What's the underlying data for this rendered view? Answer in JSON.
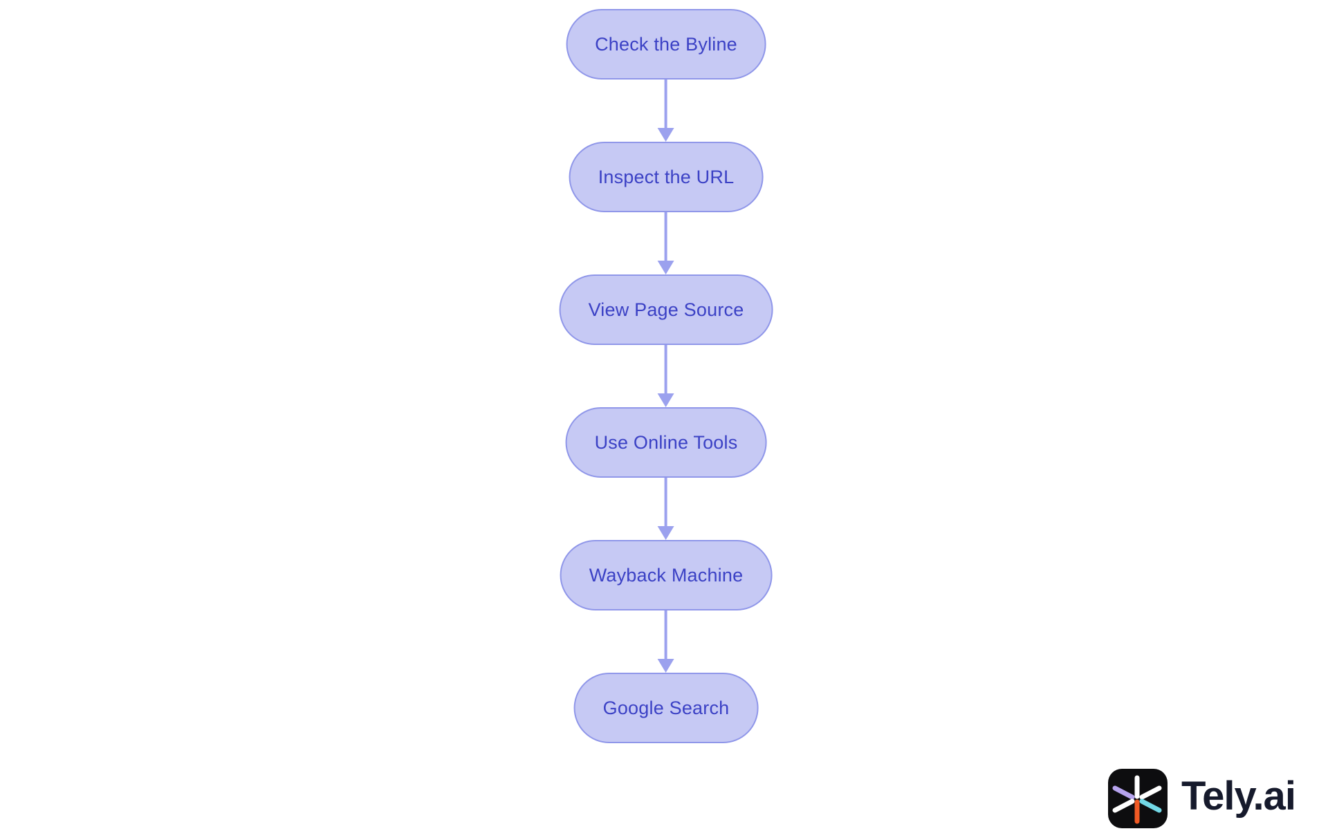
{
  "flowchart": {
    "nodes": [
      {
        "label": "Check the Byline"
      },
      {
        "label": "Inspect the URL"
      },
      {
        "label": "View Page Source"
      },
      {
        "label": "Use Online Tools"
      },
      {
        "label": "Wayback Machine"
      },
      {
        "label": "Google Search"
      }
    ],
    "direction": "top-to-bottom",
    "colors": {
      "node_fill": "#c6c9f4",
      "node_border": "#8f96e9",
      "node_text": "#3b41c5",
      "arrow": "#9ba1ee",
      "background": "#ffffff"
    }
  },
  "branding": {
    "wordmark": "Tely.ai",
    "icon": "tely-asterisk-icon",
    "icon_colors": {
      "background": "#0d0d0f",
      "spoke_white": "#ffffff",
      "spoke_orange": "#f15a24",
      "spoke_lavender": "#b6a3ee",
      "spoke_cyan": "#72d8e6"
    },
    "wordmark_color": "#161a2c"
  }
}
